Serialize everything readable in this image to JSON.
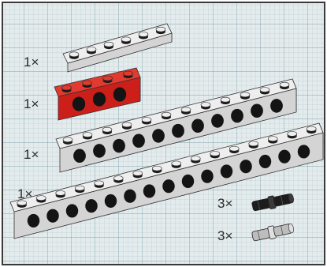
{
  "parts_list": {
    "quantities": {
      "plate_1x6": "1×",
      "beam_1x4_red": "1×",
      "beam_1x12": "1×",
      "beam_1x16": "1×",
      "black_pin": "3×",
      "grey_pin": "3×"
    }
  },
  "colors": {
    "page_background": "#e4ebec",
    "grid_line_fine": "#a9c3cc",
    "grid_line_major": "#7fa3b0",
    "frame_border": "#3a3a3a",
    "brick_grey_top": "#eeeeee",
    "brick_grey_front": "#d4d4d4",
    "brick_grey_side": "#b4b4b4",
    "brick_red_top": "#e33a2f",
    "brick_red_front": "#cc1f1a",
    "brick_red_side": "#9a1612",
    "hole_black": "#141414",
    "pin_black": "#1c1c1c",
    "pin_grey": "#bdbdbd"
  },
  "icons": {
    "plate": "lego-plate-1x6-icon",
    "red_beam": "lego-technic-brick-1x4-icon",
    "beam_12": "lego-technic-brick-1x12-icon",
    "beam_16": "lego-technic-brick-1x16-icon",
    "black_pin": "technic-friction-pin-icon",
    "grey_pin": "technic-pin-icon"
  }
}
